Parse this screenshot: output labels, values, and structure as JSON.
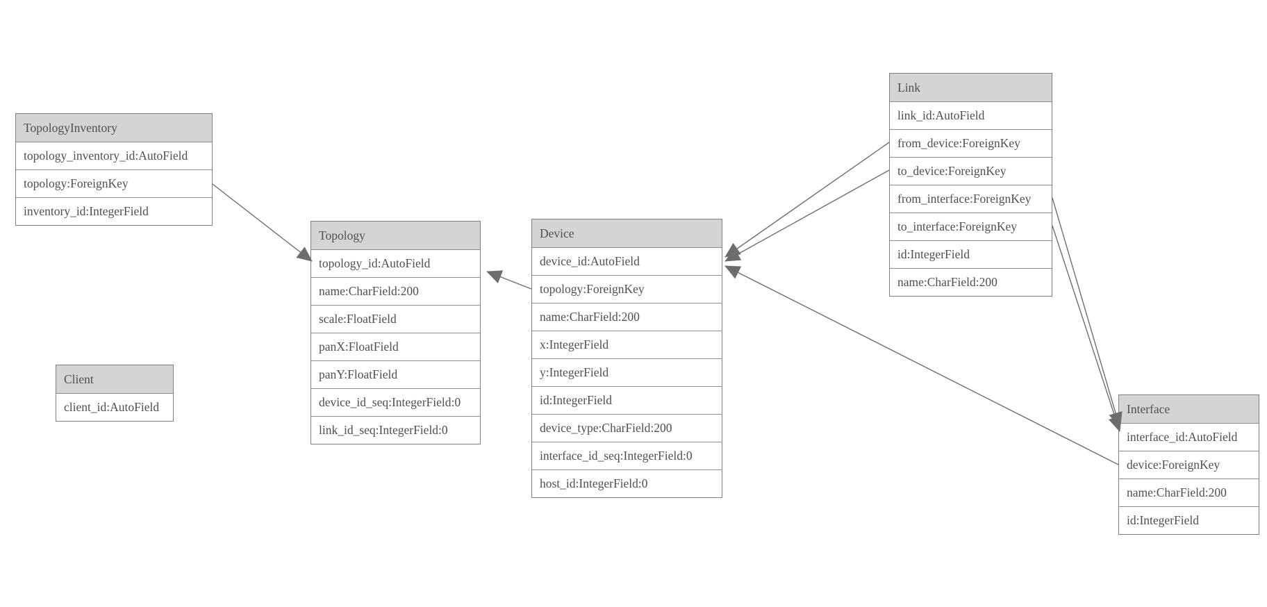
{
  "diagram": {
    "type": "entity-relationship",
    "colors": {
      "background": "#ffffff",
      "header_fill": "#d4d4d4",
      "border": "#7e7e7e",
      "row_separator": "#8c8c8c",
      "text": "#4f4f4f",
      "relation_line": "#6d6d6d",
      "arrowhead": "#6d6d6d"
    },
    "entities": [
      {
        "name": "TopologyInventory",
        "fields": [
          "topology_inventory_id:AutoField",
          "topology:ForeignKey",
          "inventory_id:IntegerField"
        ]
      },
      {
        "name": "Topology",
        "fields": [
          "topology_id:AutoField",
          "name:CharField:200",
          "scale:FloatField",
          "panX:FloatField",
          "panY:FloatField",
          "device_id_seq:IntegerField:0",
          "link_id_seq:IntegerField:0"
        ]
      },
      {
        "name": "Client",
        "fields": [
          "client_id:AutoField"
        ]
      },
      {
        "name": "Device",
        "fields": [
          "device_id:AutoField",
          "topology:ForeignKey",
          "name:CharField:200",
          "x:IntegerField",
          "y:IntegerField",
          "id:IntegerField",
          "device_type:CharField:200",
          "interface_id_seq:IntegerField:0",
          "host_id:IntegerField:0"
        ]
      },
      {
        "name": "Link",
        "fields": [
          "link_id:AutoField",
          "from_device:ForeignKey",
          "to_device:ForeignKey",
          "from_interface:ForeignKey",
          "to_interface:ForeignKey",
          "id:IntegerField",
          "name:CharField:200"
        ]
      },
      {
        "name": "Interface",
        "fields": [
          "interface_id:AutoField",
          "device:ForeignKey",
          "name:CharField:200",
          "id:IntegerField"
        ]
      }
    ],
    "relations": [
      {
        "from": "TopologyInventory.topology",
        "to": "Topology"
      },
      {
        "from": "Device.topology",
        "to": "Topology"
      },
      {
        "from": "Link.from_device",
        "to": "Device"
      },
      {
        "from": "Link.to_device",
        "to": "Device"
      },
      {
        "from": "Link.from_interface",
        "to": "Interface"
      },
      {
        "from": "Link.to_interface",
        "to": "Interface"
      },
      {
        "from": "Interface.device",
        "to": "Device"
      }
    ]
  }
}
